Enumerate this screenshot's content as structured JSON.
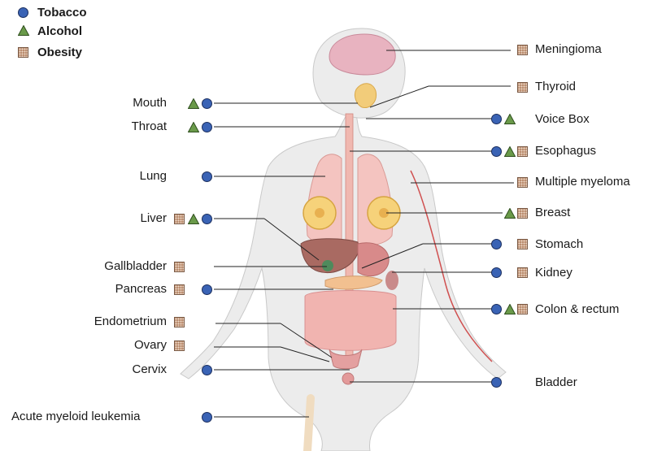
{
  "legend": [
    {
      "label": "Tobacco",
      "icon": "circle"
    },
    {
      "label": "Alcohol",
      "icon": "triangle"
    },
    {
      "label": "Obesity",
      "icon": "square"
    }
  ],
  "colors": {
    "tobacco": "#3a63b5",
    "alcohol": "#6a9a4a",
    "obesity": "#b88a6c",
    "leader_line": "#222222",
    "body_fill": "#ececec",
    "organ_pink": "#e8a3a3"
  },
  "left_labels": [
    {
      "id": "mouth",
      "label": "Mouth",
      "markers": [
        "triangle",
        "circle"
      ]
    },
    {
      "id": "throat",
      "label": "Throat",
      "markers": [
        "triangle",
        "circle"
      ]
    },
    {
      "id": "lung",
      "label": "Lung",
      "markers": [
        "circle"
      ]
    },
    {
      "id": "liver",
      "label": "Liver",
      "markers": [
        "square",
        "triangle",
        "circle"
      ]
    },
    {
      "id": "gallbladder",
      "label": "Gallbladder",
      "markers": [
        "square"
      ]
    },
    {
      "id": "pancreas",
      "label": "Pancreas",
      "markers": [
        "square",
        "circle"
      ]
    },
    {
      "id": "endometrium",
      "label": "Endometrium",
      "markers": [
        "square"
      ]
    },
    {
      "id": "ovary",
      "label": "Ovary",
      "markers": [
        "square"
      ]
    },
    {
      "id": "cervix",
      "label": "Cervix",
      "markers": [
        "circle"
      ]
    },
    {
      "id": "aml",
      "label": "Acute myeloid leukemia",
      "markers": [
        "circle"
      ]
    }
  ],
  "right_labels": [
    {
      "id": "meningioma",
      "label": "Meningioma",
      "markers": [
        "square"
      ]
    },
    {
      "id": "thyroid",
      "label": "Thyroid",
      "markers": [
        "square"
      ]
    },
    {
      "id": "voicebox",
      "label": "Voice Box",
      "markers": [
        "circle",
        "triangle"
      ]
    },
    {
      "id": "esophagus",
      "label": "Esophagus",
      "markers": [
        "circle",
        "triangle",
        "square"
      ]
    },
    {
      "id": "myeloma",
      "label": "Multiple myeloma",
      "markers": [
        "square"
      ]
    },
    {
      "id": "breast",
      "label": "Breast",
      "markers": [
        "triangle",
        "square"
      ]
    },
    {
      "id": "stomach",
      "label": "Stomach",
      "markers": [
        "circle",
        "square"
      ]
    },
    {
      "id": "kidney",
      "label": "Kidney",
      "markers": [
        "circle",
        "square"
      ]
    },
    {
      "id": "colon",
      "label": "Colon & rectum",
      "markers": [
        "circle",
        "triangle",
        "square"
      ]
    },
    {
      "id": "bladder",
      "label": "Bladder",
      "markers": [
        "circle"
      ]
    }
  ]
}
